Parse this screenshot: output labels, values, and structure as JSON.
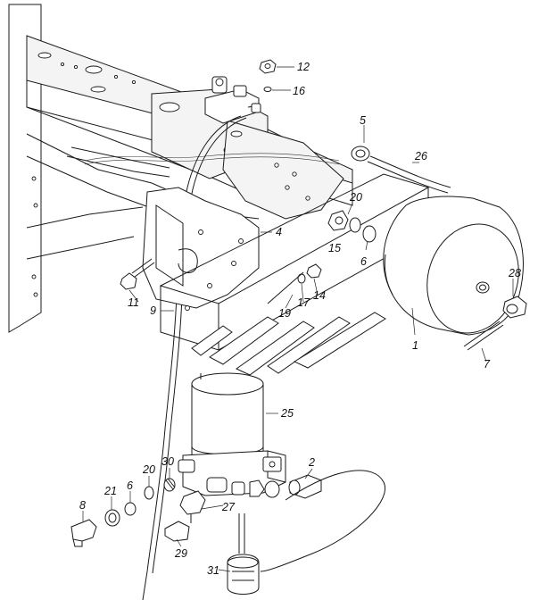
{
  "diagram": {
    "part_labels": [
      "12",
      "16",
      "5",
      "26",
      "20",
      "15",
      "6",
      "28",
      "4",
      "11",
      "9",
      "19",
      "17",
      "14",
      "1",
      "7",
      "25",
      "2",
      "30",
      "20",
      "6",
      "21",
      "8",
      "27",
      "29",
      "31"
    ]
  }
}
